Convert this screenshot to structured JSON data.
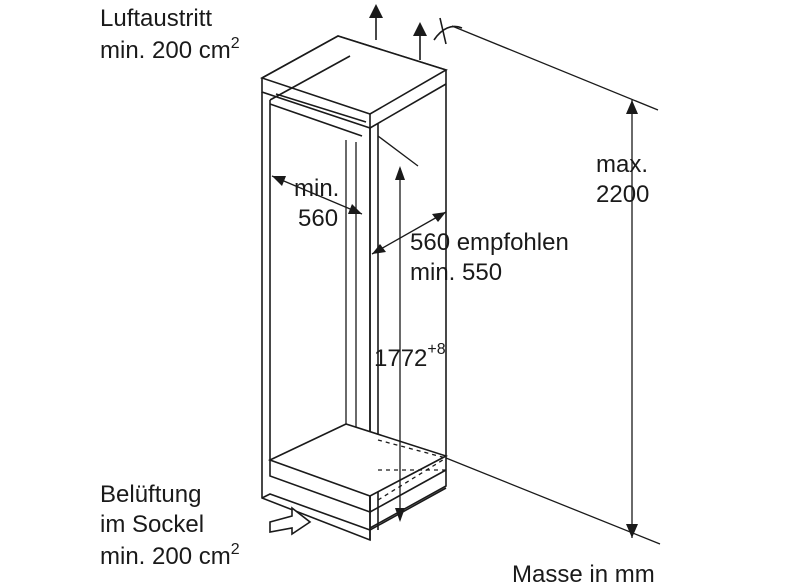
{
  "labels": {
    "air_outlet_title": "Luftaustritt",
    "air_outlet_value": "min. 200 cm",
    "air_outlet_sup": "2",
    "ventilation_line1": "Belüftung",
    "ventilation_line2": "im Sockel",
    "ventilation_value": "min. 200 cm",
    "ventilation_sup": "2",
    "inner_width_line1": "min.",
    "inner_width_line2": "560",
    "depth_line1": "560 empfohlen",
    "depth_line2": "min. 550",
    "height_value": "1772",
    "height_sup": "+8",
    "max_height_line1": "max.",
    "max_height_line2": "2200",
    "units": "Masse in mm"
  }
}
